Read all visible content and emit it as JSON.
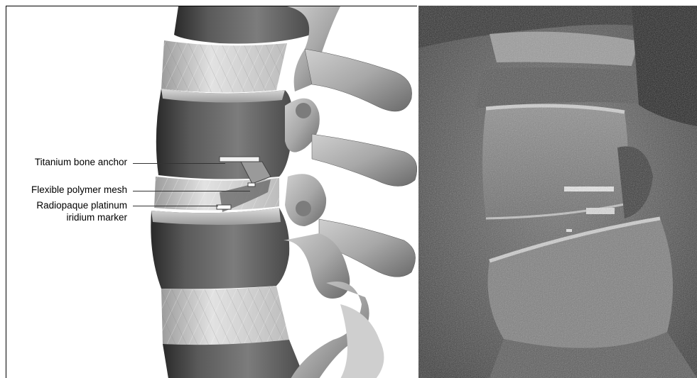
{
  "figure": {
    "labels": {
      "anchor": "Titanium bone anchor",
      "mesh": "Flexible polymer mesh",
      "marker_line1": "Radiopaque platinum",
      "marker_line2": "iridium marker"
    }
  },
  "colors": {
    "bone_dark": "#3a3a3a",
    "bone_mid": "#8a8a8a",
    "bone_light": "#d8d8d8",
    "disc": "#c9c9c9",
    "xray_bg": "#555555",
    "xray_bright": "#cfcfcf"
  }
}
